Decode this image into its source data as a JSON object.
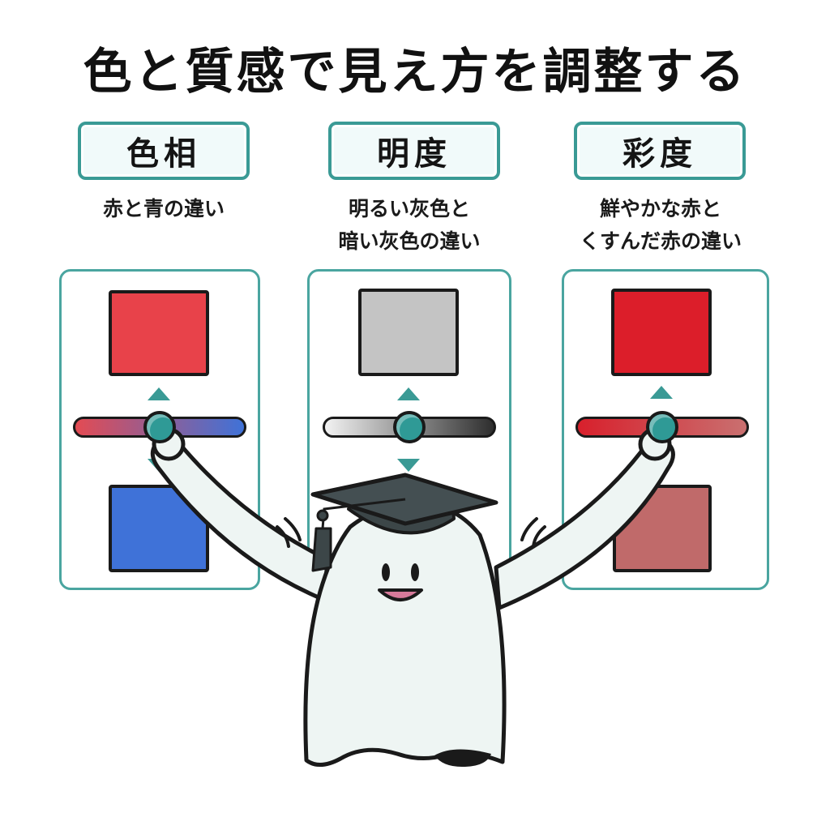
{
  "title": "色と質感で見え方を調整する",
  "columns": [
    {
      "heading": "色相",
      "description": [
        "赤と青の違い"
      ],
      "swatch_top": "#e8424a",
      "swatch_bottom": "#3f72d8",
      "track_gradient": [
        "#e34b53",
        "#3f72d8"
      ],
      "knob_position": 0.5
    },
    {
      "heading": "明度",
      "description": [
        "明るい灰色と",
        "暗い灰色の違い"
      ],
      "swatch_top": "#c4c4c4",
      "swatch_bottom": "#5a5a5a",
      "track_gradient": [
        "#f2f2f2",
        "#2e2e2e"
      ],
      "knob_position": 0.5
    },
    {
      "heading": "彩度",
      "description": [
        "鮮やかな赤と",
        "くすんだ赤の違い"
      ],
      "swatch_top": "#dc1e2a",
      "swatch_bottom": "#c06a6a",
      "track_gradient": [
        "#d8202c",
        "#c97070"
      ],
      "knob_position": 0.5
    }
  ],
  "colors": {
    "accent": "#3a9a95",
    "outline": "#1a1a1a",
    "mascot_body": "#eef5f3",
    "cap": "#3c4648",
    "mouth": "#d77a9a"
  },
  "icons": [
    "graduation-cap-icon",
    "up-arrow-icon",
    "down-arrow-icon",
    "slider-knob-icon"
  ]
}
